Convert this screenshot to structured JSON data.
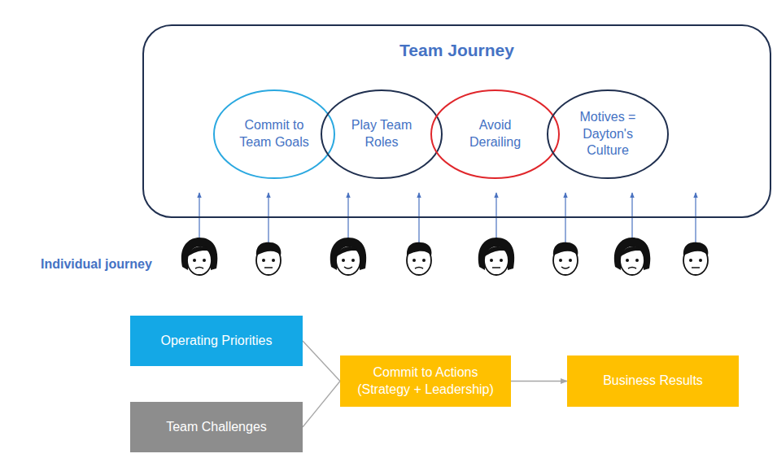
{
  "diagram": {
    "nodes": [
      {
        "text": [
          "Team Journey"
        ]
      },
      {
        "text": [
          "Commit to Team Goals"
        ],
        "in": 0
      },
      {
        "text": [
          "Play Team Roles"
        ],
        "in": 0
      },
      {
        "text": [
          "Avoid Derailing"
        ],
        "in": 0
      },
      {
        "text": [
          "Motives = Dayton's Culture"
        ],
        "in": 0
      },
      {
        "text": [
          "Operating Priorities"
        ]
      },
      {
        "text": [
          "Team Challenges"
        ]
      },
      {
        "text": [
          "Commit to Actions (Strategy + Leadership)"
        ]
      },
      {
        "text": [
          "Business Results"
        ]
      }
    ],
    "edges": [
      {
        "from": 5,
        "to": 7,
        "arrow": "none"
      },
      {
        "from": 6,
        "to": 7,
        "arrow": "none"
      },
      {
        "from": 7,
        "to": 8,
        "arrow": "to"
      }
    ],
    "labels": [
      "Individual journey"
    ]
  }
}
